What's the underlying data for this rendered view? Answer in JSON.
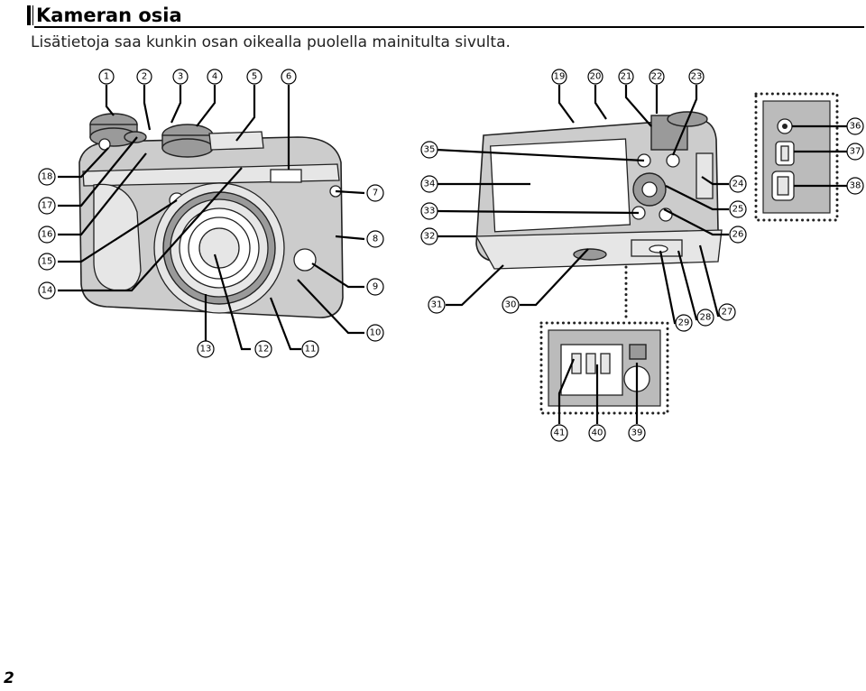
{
  "header": {
    "title": "Kameran osia"
  },
  "subtitle": "Lisätietoja saa kunkin osan oikealla puolella mainitulta sivulta.",
  "page_number": "2",
  "callouts": [
    {
      "id": "c1",
      "label": "1"
    },
    {
      "id": "c2",
      "label": "2"
    },
    {
      "id": "c3",
      "label": "3"
    },
    {
      "id": "c4",
      "label": "4"
    },
    {
      "id": "c5",
      "label": "5"
    },
    {
      "id": "c6",
      "label": "6"
    },
    {
      "id": "c7",
      "label": "7"
    },
    {
      "id": "c8",
      "label": "8"
    },
    {
      "id": "c9",
      "label": "9"
    },
    {
      "id": "c10",
      "label": "10"
    },
    {
      "id": "c11",
      "label": "11"
    },
    {
      "id": "c12",
      "label": "12"
    },
    {
      "id": "c13",
      "label": "13"
    },
    {
      "id": "c14",
      "label": "14"
    },
    {
      "id": "c15",
      "label": "15"
    },
    {
      "id": "c16",
      "label": "16"
    },
    {
      "id": "c17",
      "label": "17"
    },
    {
      "id": "c18",
      "label": "18"
    },
    {
      "id": "c19",
      "label": "19"
    },
    {
      "id": "c20",
      "label": "20"
    },
    {
      "id": "c21",
      "label": "21"
    },
    {
      "id": "c22",
      "label": "22"
    },
    {
      "id": "c23",
      "label": "23"
    },
    {
      "id": "c24",
      "label": "24"
    },
    {
      "id": "c25",
      "label": "25"
    },
    {
      "id": "c26",
      "label": "26"
    },
    {
      "id": "c27",
      "label": "27"
    },
    {
      "id": "c28",
      "label": "28"
    },
    {
      "id": "c29",
      "label": "29"
    },
    {
      "id": "c30",
      "label": "30"
    },
    {
      "id": "c31",
      "label": "31"
    },
    {
      "id": "c32",
      "label": "32"
    },
    {
      "id": "c33",
      "label": "33"
    },
    {
      "id": "c34",
      "label": "34"
    },
    {
      "id": "c35",
      "label": "35"
    },
    {
      "id": "c36",
      "label": "36"
    },
    {
      "id": "c37",
      "label": "37"
    },
    {
      "id": "c38",
      "label": "38"
    },
    {
      "id": "c39",
      "label": "39"
    },
    {
      "id": "c40",
      "label": "40"
    },
    {
      "id": "c41",
      "label": "41"
    }
  ]
}
